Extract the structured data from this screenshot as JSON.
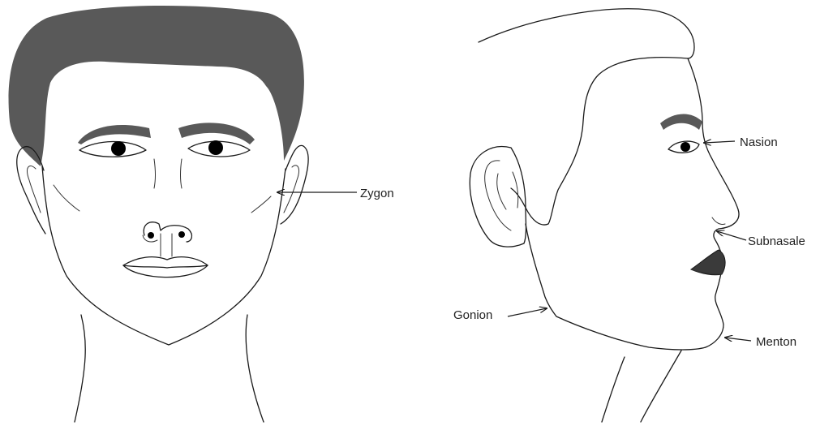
{
  "labels": {
    "zygon": "Zygon",
    "nasion": "Nasion",
    "subnasale": "Subnasale",
    "gonion": "Gonion",
    "menton": "Menton"
  },
  "colors": {
    "hair": "#595959",
    "line": "#1a1a1a",
    "pupil": "#000000",
    "lips_profile": "#3a3a3a",
    "background": "#ffffff"
  }
}
